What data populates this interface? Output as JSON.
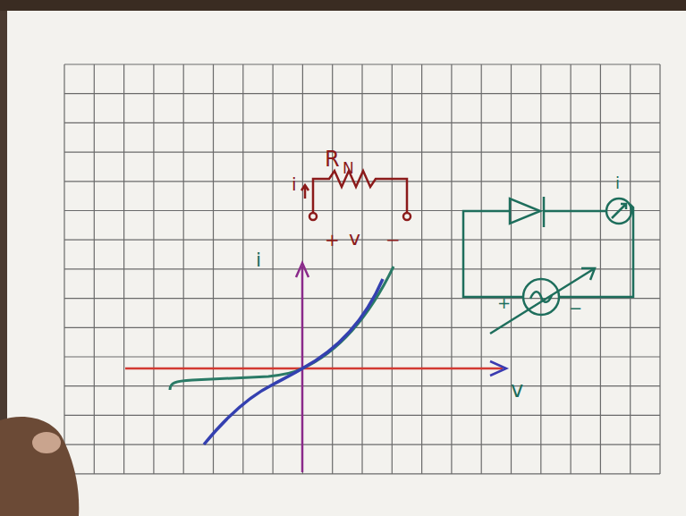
{
  "diagram": {
    "labels": [
      "R",
      "N",
      "i",
      "+",
      "v",
      "−",
      "i",
      "v",
      "i",
      "+",
      "−"
    ]
  }
}
